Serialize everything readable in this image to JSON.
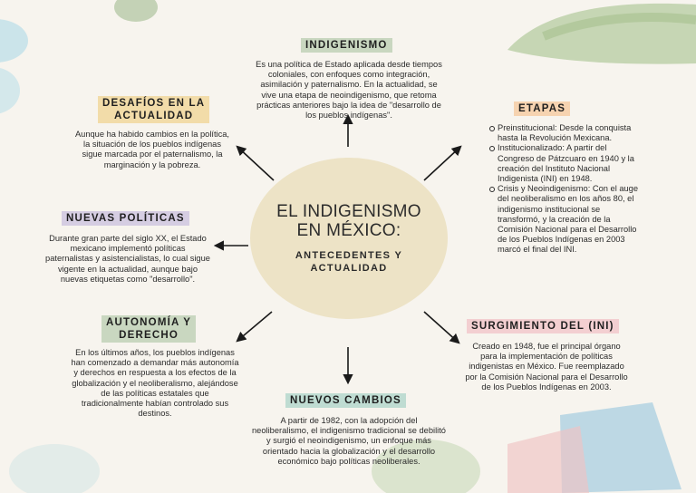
{
  "center": {
    "title_line1": "EL INDIGENISMO",
    "title_line2": "EN MÉXICO:",
    "subtitle_line1": "ANTECEDENTES Y",
    "subtitle_line2": "ACTUALIDAD"
  },
  "colors": {
    "background": "#f7f4ee",
    "center_circle": "#ede3c6",
    "label_green": "#c9d7c0",
    "label_yellow": "#f2dca9",
    "label_purple": "#d5cde2",
    "label_orange": "#f6d3b0",
    "label_pink": "#f3cfd1",
    "label_teal": "#bfdcd2"
  },
  "indigenismo": {
    "label": "INDIGENISMO",
    "text": "Es una política de Estado aplicada desde tiempos coloniales, con enfoques como integración, asimilación y paternalismo. En la actualidad, se vive una etapa de neoindigenismo, que retoma prácticas anteriores bajo la idea de \"desarrollo de los pueblos indígenas\"."
  },
  "desafios": {
    "label_line1": "DESAFÍOS EN LA",
    "label_line2": "ACTUALIDAD",
    "text": "Aunque ha habido cambios en la política, la situación de los pueblos indígenas sigue marcada por el paternalismo, la marginación y la pobreza."
  },
  "etapas": {
    "label": "ETAPAS",
    "items": [
      "Preinstitucional: Desde la conquista hasta la Revolución Mexicana.",
      "Institucionalizado: A partir del Congreso de Pátzcuaro en 1940 y la creación del Instituto Nacional Indigenista (INI) en 1948.",
      "Crisis y Neoindigenismo: Con el auge del neoliberalismo en los años 80, el indigenismo institucional se transformó, y la creación de la Comisión Nacional para el Desarrollo de los Pueblos Indígenas en 2003 marcó el final del INI."
    ]
  },
  "nuevas_politicas": {
    "label": "NUEVAS POLÍTICAS",
    "text": "Durante gran parte del siglo XX, el Estado mexicano implementó políticas paternalistas y asistencialistas, lo cual sigue vigente en la actualidad, aunque bajo nuevas etiquetas como \"desarrollo\"."
  },
  "autonomia": {
    "label_line1": "AUTONOMÍA Y",
    "label_line2": "DERECHO",
    "text": "En los últimos años, los pueblos indígenas han comenzado a demandar más autonomía y derechos en respuesta a los efectos de la globalización y el neoliberalismo, alejándose de las políticas estatales que tradicionalmente habían controlado sus destinos."
  },
  "surgimiento": {
    "label": "SURGIMIENTO DEL (INI)",
    "text": "Creado en 1948, fue el principal órgano para la implementación de políticas indigenistas en México. Fue reemplazado por la Comisión Nacional para el Desarrollo de los Pueblos Indígenas en 2003."
  },
  "nuevos_cambios": {
    "label": "NUEVOS CAMBIOS",
    "text": "A partir de 1982, con la adopción del neoliberalismo, el indigenismo tradicional se debilitó y surgió el neoindigenismo, un enfoque más orientado hacia la globalización y el desarrollo económico bajo políticas neoliberales."
  }
}
